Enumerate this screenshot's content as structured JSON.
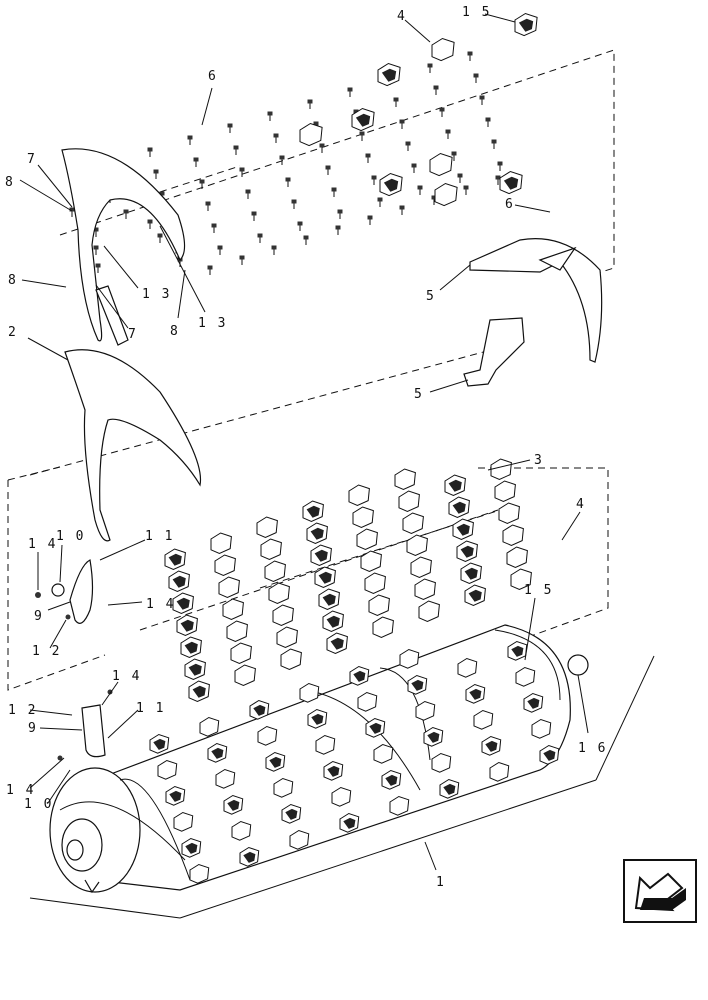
{
  "diagram": {
    "callouts": [
      {
        "id": "c-4-top",
        "text": "4"
      },
      {
        "id": "c-15-top",
        "text": "1 5"
      },
      {
        "id": "c-6-top",
        "text": "6"
      },
      {
        "id": "c-7-top",
        "text": "7"
      },
      {
        "id": "c-8-top",
        "text": "8"
      },
      {
        "id": "c-6-right",
        "text": "6"
      },
      {
        "id": "c-8-mid",
        "text": "8"
      },
      {
        "id": "c-13-a",
        "text": "1 3"
      },
      {
        "id": "c-7-mid",
        "text": "7"
      },
      {
        "id": "c-8-low",
        "text": "8"
      },
      {
        "id": "c-13-b",
        "text": "1 3"
      },
      {
        "id": "c-5-a",
        "text": "5"
      },
      {
        "id": "c-2",
        "text": "2"
      },
      {
        "id": "c-5-b",
        "text": "5"
      },
      {
        "id": "c-3",
        "text": "3"
      },
      {
        "id": "c-4-mid",
        "text": "4"
      },
      {
        "id": "c-14-a",
        "text": "1 4"
      },
      {
        "id": "c-10-a",
        "text": "1 0"
      },
      {
        "id": "c-11-a",
        "text": "1 1"
      },
      {
        "id": "c-9-a",
        "text": "9"
      },
      {
        "id": "c-14-b",
        "text": "1 4"
      },
      {
        "id": "c-12-a",
        "text": "1 2"
      },
      {
        "id": "c-15-mid",
        "text": "1 5"
      },
      {
        "id": "c-14-c",
        "text": "1 4"
      },
      {
        "id": "c-12-b",
        "text": "1 2"
      },
      {
        "id": "c-11-b",
        "text": "1 1"
      },
      {
        "id": "c-9-b",
        "text": "9"
      },
      {
        "id": "c-16",
        "text": "1 6"
      },
      {
        "id": "c-14-d",
        "text": "1 4"
      },
      {
        "id": "c-10-b",
        "text": "1 0"
      },
      {
        "id": "c-1",
        "text": "1"
      }
    ],
    "nav_icon": "previous-page-arrow-icon"
  }
}
